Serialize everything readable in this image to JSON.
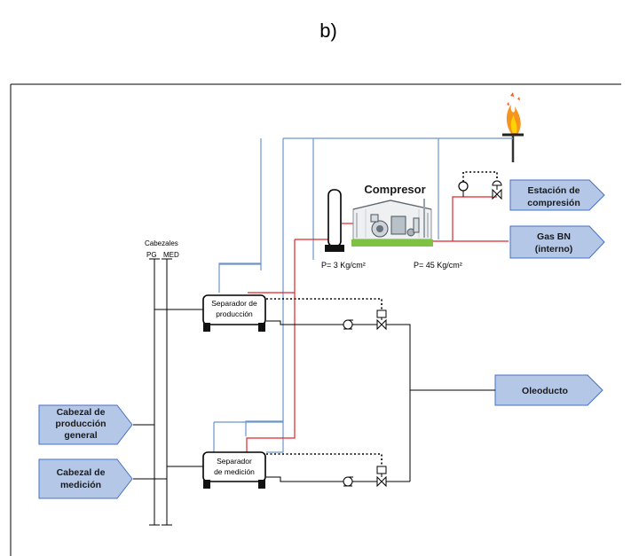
{
  "caption": "b)",
  "header_label": "Cabezales",
  "header_pg": "PG",
  "header_med": "MED",
  "compressor": {
    "title": "Compresor",
    "suction_pressure": "P= 3 Kg/cm²",
    "discharge_pressure": "P= 45 Kg/cm²"
  },
  "separators": {
    "production": [
      "Separador de",
      "producción"
    ],
    "measurement": [
      "Separador",
      "de medición"
    ]
  },
  "outputs": {
    "compression_station": [
      "Estación de",
      "compresión"
    ],
    "gas_bn": [
      "Gas BN",
      "(interno)"
    ],
    "pipeline": [
      "Oleoducto"
    ]
  },
  "inputs": {
    "general_header": [
      "Cabezal de",
      "producción",
      "general"
    ],
    "measurement_header": [
      "Cabezal de",
      "medición"
    ]
  },
  "colors": {
    "gas_line": "#6d95c8",
    "high_pressure_line": "#e0262a",
    "tag_fill": "#b4c7e7",
    "tag_border": "#4472c4",
    "compressor_base": "#7dc242"
  }
}
